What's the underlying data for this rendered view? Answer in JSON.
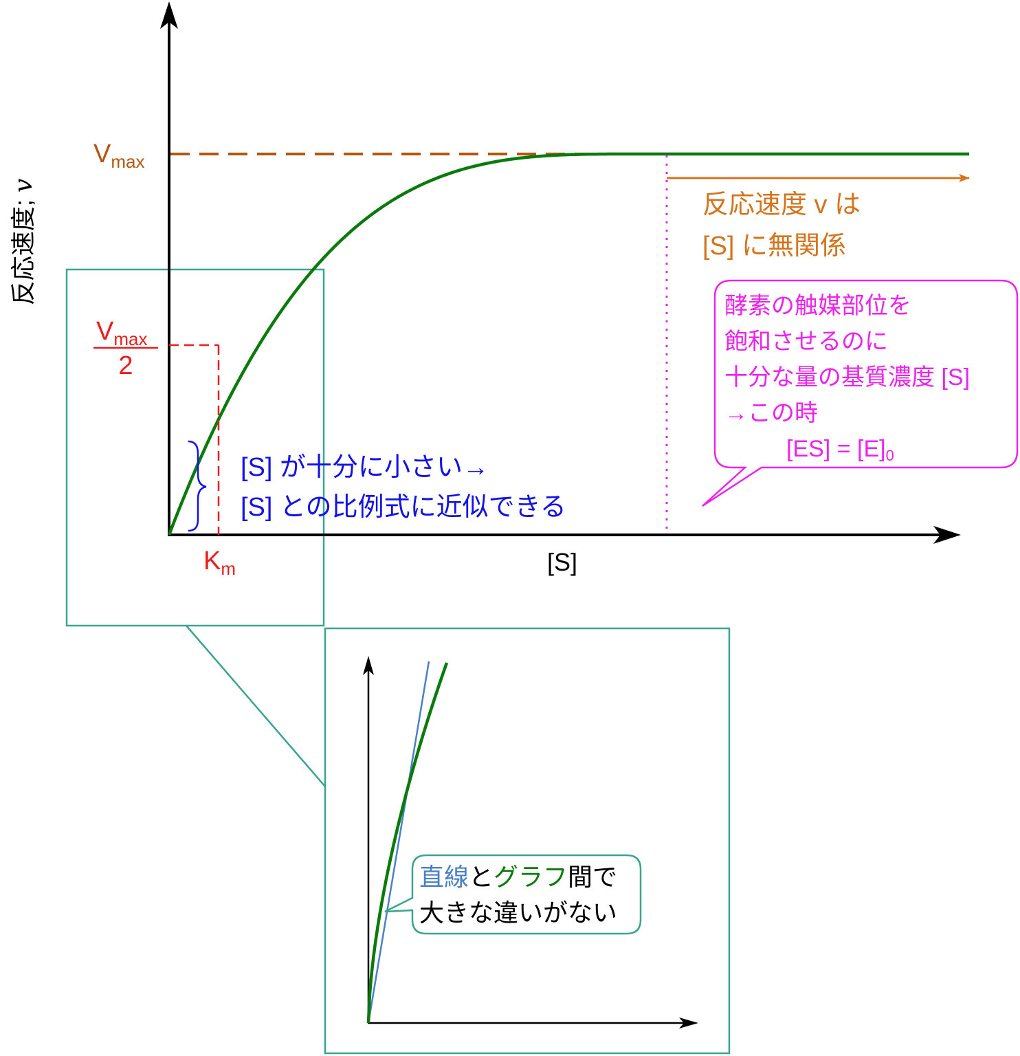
{
  "axes": {
    "y_label": "反応速度; ",
    "y_label_var": "v",
    "x_label": "[S]"
  },
  "vmax": {
    "base": "V",
    "sub": "max"
  },
  "half_vmax": {
    "base": "V",
    "sub": "max",
    "denominator": "2"
  },
  "km": {
    "base": "K",
    "sub": "m"
  },
  "saturation_note": {
    "line1": "反応速度 v は",
    "line2": "[S] に無関係"
  },
  "callout": {
    "lines": [
      "酵素の触媒部位を",
      "飽和させるのに",
      "十分な量の基質濃度 [S]",
      "→この時"
    ],
    "eq_main": "[ES] = [E]",
    "eq_sub": "0"
  },
  "small_s_note": {
    "line1": "[S] が十分に小さい→",
    "line2": "[S] との比例式に近似できる"
  },
  "inset_note": {
    "line1_a": "直線",
    "line1_b": "と",
    "line1_c": "グラフ",
    "line1_d": "間で",
    "line2": "大きな違いがない"
  },
  "colors": {
    "curve": "#0a7a0a",
    "vmax": "#b5560f",
    "note": "#d4741c",
    "half": "#ee1c1c",
    "magenta": "#ee22ee",
    "blue": "#1212e6",
    "teal": "#3aa58e",
    "line": "#4a80c8"
  }
}
